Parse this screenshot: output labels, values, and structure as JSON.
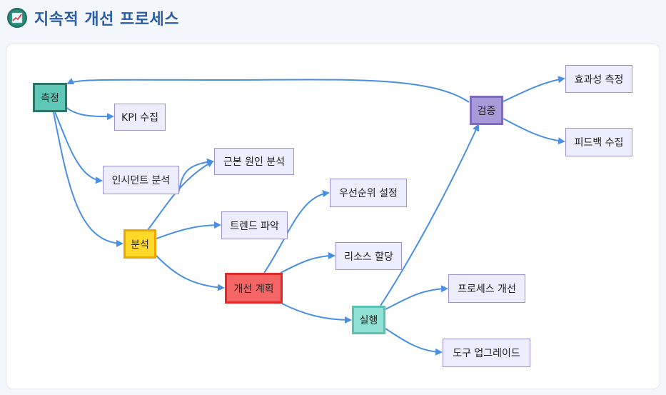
{
  "header": {
    "icon": "chart-increasing-icon",
    "title": "지속적 개선 프로세스"
  },
  "diagram": {
    "nodes": {
      "measure": "측정",
      "kpi": "KPI 수집",
      "insight": "인시던트 분석",
      "analyze": "분석",
      "rootcause": "근본 원인 분석",
      "trend": "트렌드 파악",
      "plan": "개선 계획",
      "priority": "우선순위 설정",
      "resource": "리소스 할당",
      "exec": "실행",
      "process": "프로세스 개선",
      "tools": "도구 업그레이드",
      "verify": "검증",
      "effect": "효과성 측정",
      "feedback": "피드백 수집"
    },
    "colors": {
      "edge": "#4a90e2",
      "measure": "#5ec7b6",
      "analyze": "#ffd92a",
      "plan": "#f46565",
      "exec": "#8fe0d2",
      "verify": "#a79ad9",
      "detail": "#eceefd"
    }
  }
}
